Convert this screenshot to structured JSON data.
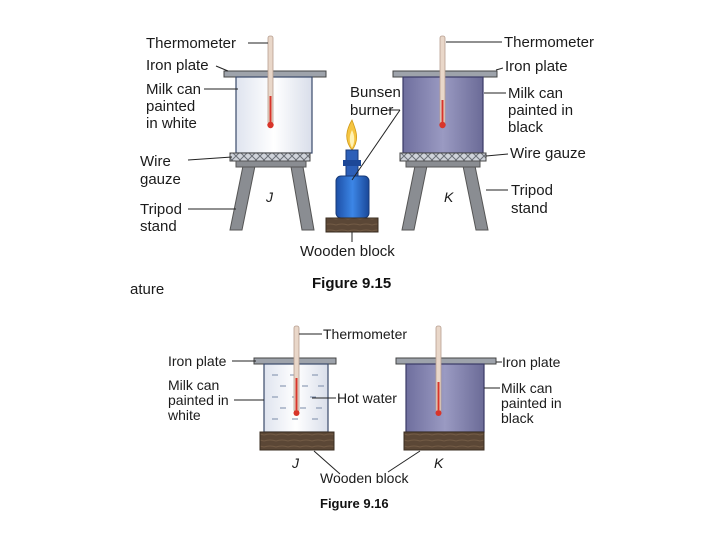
{
  "figure_15": {
    "caption": "Figure 9.15",
    "labels": {
      "thermometer_left": "Thermometer",
      "iron_plate_left": "Iron plate",
      "milk_can_white": [
        "Milk can",
        "painted",
        "in white"
      ],
      "wire_gauze_left": [
        "Wire",
        "gauze"
      ],
      "tripod_left": [
        "Tripod",
        "stand"
      ],
      "bunsen": [
        "Bunsen",
        "burner"
      ],
      "thermometer_right": "Thermometer",
      "iron_plate_right": "Iron plate",
      "milk_can_black": [
        "Milk can",
        "painted in",
        "black"
      ],
      "wire_gauze_right": "Wire gauze",
      "tripod_right": [
        "Tripod",
        "stand"
      ],
      "wooden_block": "Wooden block",
      "setup_j": "J",
      "setup_k": "K",
      "cropped_text": "ature"
    }
  },
  "figure_16": {
    "caption": "Figure 9.16",
    "labels": {
      "thermometer": "Thermometer",
      "iron_plate_left": "Iron plate",
      "milk_can_white": [
        "Milk can",
        "painted in",
        "white"
      ],
      "hot_water": "Hot water",
      "iron_plate_right": "Iron plate",
      "milk_can_black": [
        "Milk can",
        "painted in",
        "black"
      ],
      "wooden_block": "Wooden block",
      "setup_j": "J",
      "setup_k": "K"
    }
  },
  "colors": {
    "white_can": "#f4f6fb",
    "black_can": "#8d8db6",
    "wood": "#5d4a3a",
    "tripod": "#8a8d92",
    "burner": "#2f6fd0",
    "mercury": "#d8352a",
    "thermometer_glass": "#e9d7c9"
  }
}
